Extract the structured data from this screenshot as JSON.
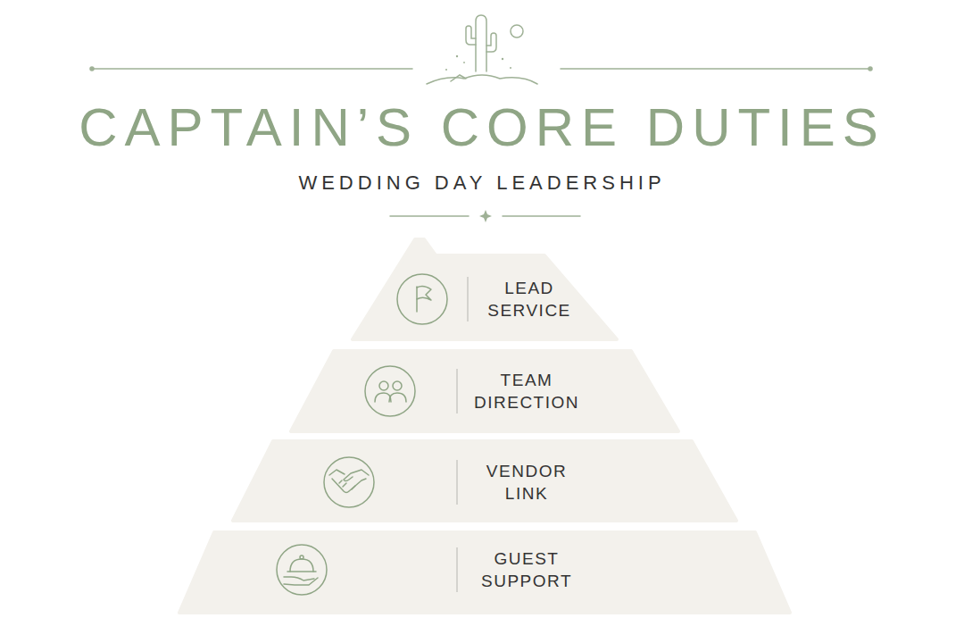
{
  "diagram": {
    "title": "CAPTAIN’S CORE DUTIES",
    "nodes": [
      {
        "text": [
          "LEAD SERVICE"
        ]
      },
      {
        "text": [
          "TEAM DIRECTION"
        ]
      },
      {
        "text": [
          "VENDOR LINK"
        ]
      },
      {
        "text": [
          "GUEST SUPPORT"
        ]
      }
    ],
    "labels": [
      "WEDDING DAY LEADERSHIP"
    ]
  }
}
